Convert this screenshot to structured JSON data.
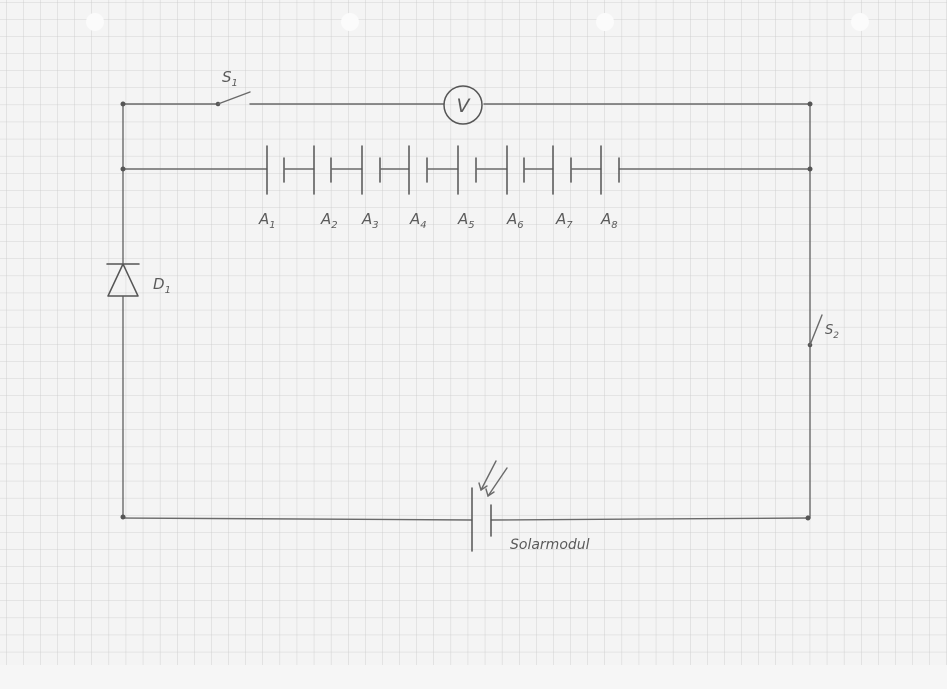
{
  "labels": {
    "switch1": {
      "main": "S",
      "sub": "1"
    },
    "switch2": {
      "main": "S",
      "sub": "2"
    },
    "diode": {
      "main": "D",
      "sub": "1"
    },
    "voltmeter": "V",
    "solar": "Solarmodul"
  },
  "batteries": [
    {
      "main": "A",
      "sub": "1"
    },
    {
      "main": "A",
      "sub": "2"
    },
    {
      "main": "A",
      "sub": "3"
    },
    {
      "main": "A",
      "sub": "4"
    },
    {
      "main": "A",
      "sub": "5"
    },
    {
      "main": "A",
      "sub": "6"
    },
    {
      "main": "A",
      "sub": "7"
    },
    {
      "main": "A",
      "sub": "8"
    }
  ],
  "colors": {
    "ink": "#5a5a5a",
    "grid": "#c9c9c9",
    "paper": "#f4f4f4"
  }
}
